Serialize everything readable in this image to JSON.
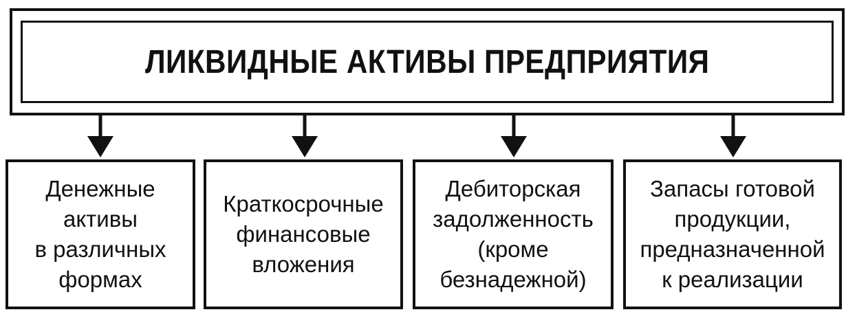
{
  "diagram": {
    "title": "ЛИКВИДНЫЕ АКТИВЫ ПРЕДПРИЯТИЯ",
    "children": [
      {
        "lines": [
          "Денежные",
          "активы",
          "в различных",
          "формах"
        ]
      },
      {
        "lines": [
          "Краткосрочные",
          "финансовые",
          "вложения"
        ]
      },
      {
        "lines": [
          "Дебиторская",
          "задолженность",
          "(кроме",
          "безнадежной)"
        ]
      },
      {
        "lines": [
          "Запасы готовой",
          "продукции,",
          "предназначенной",
          "к реализации"
        ]
      }
    ]
  }
}
